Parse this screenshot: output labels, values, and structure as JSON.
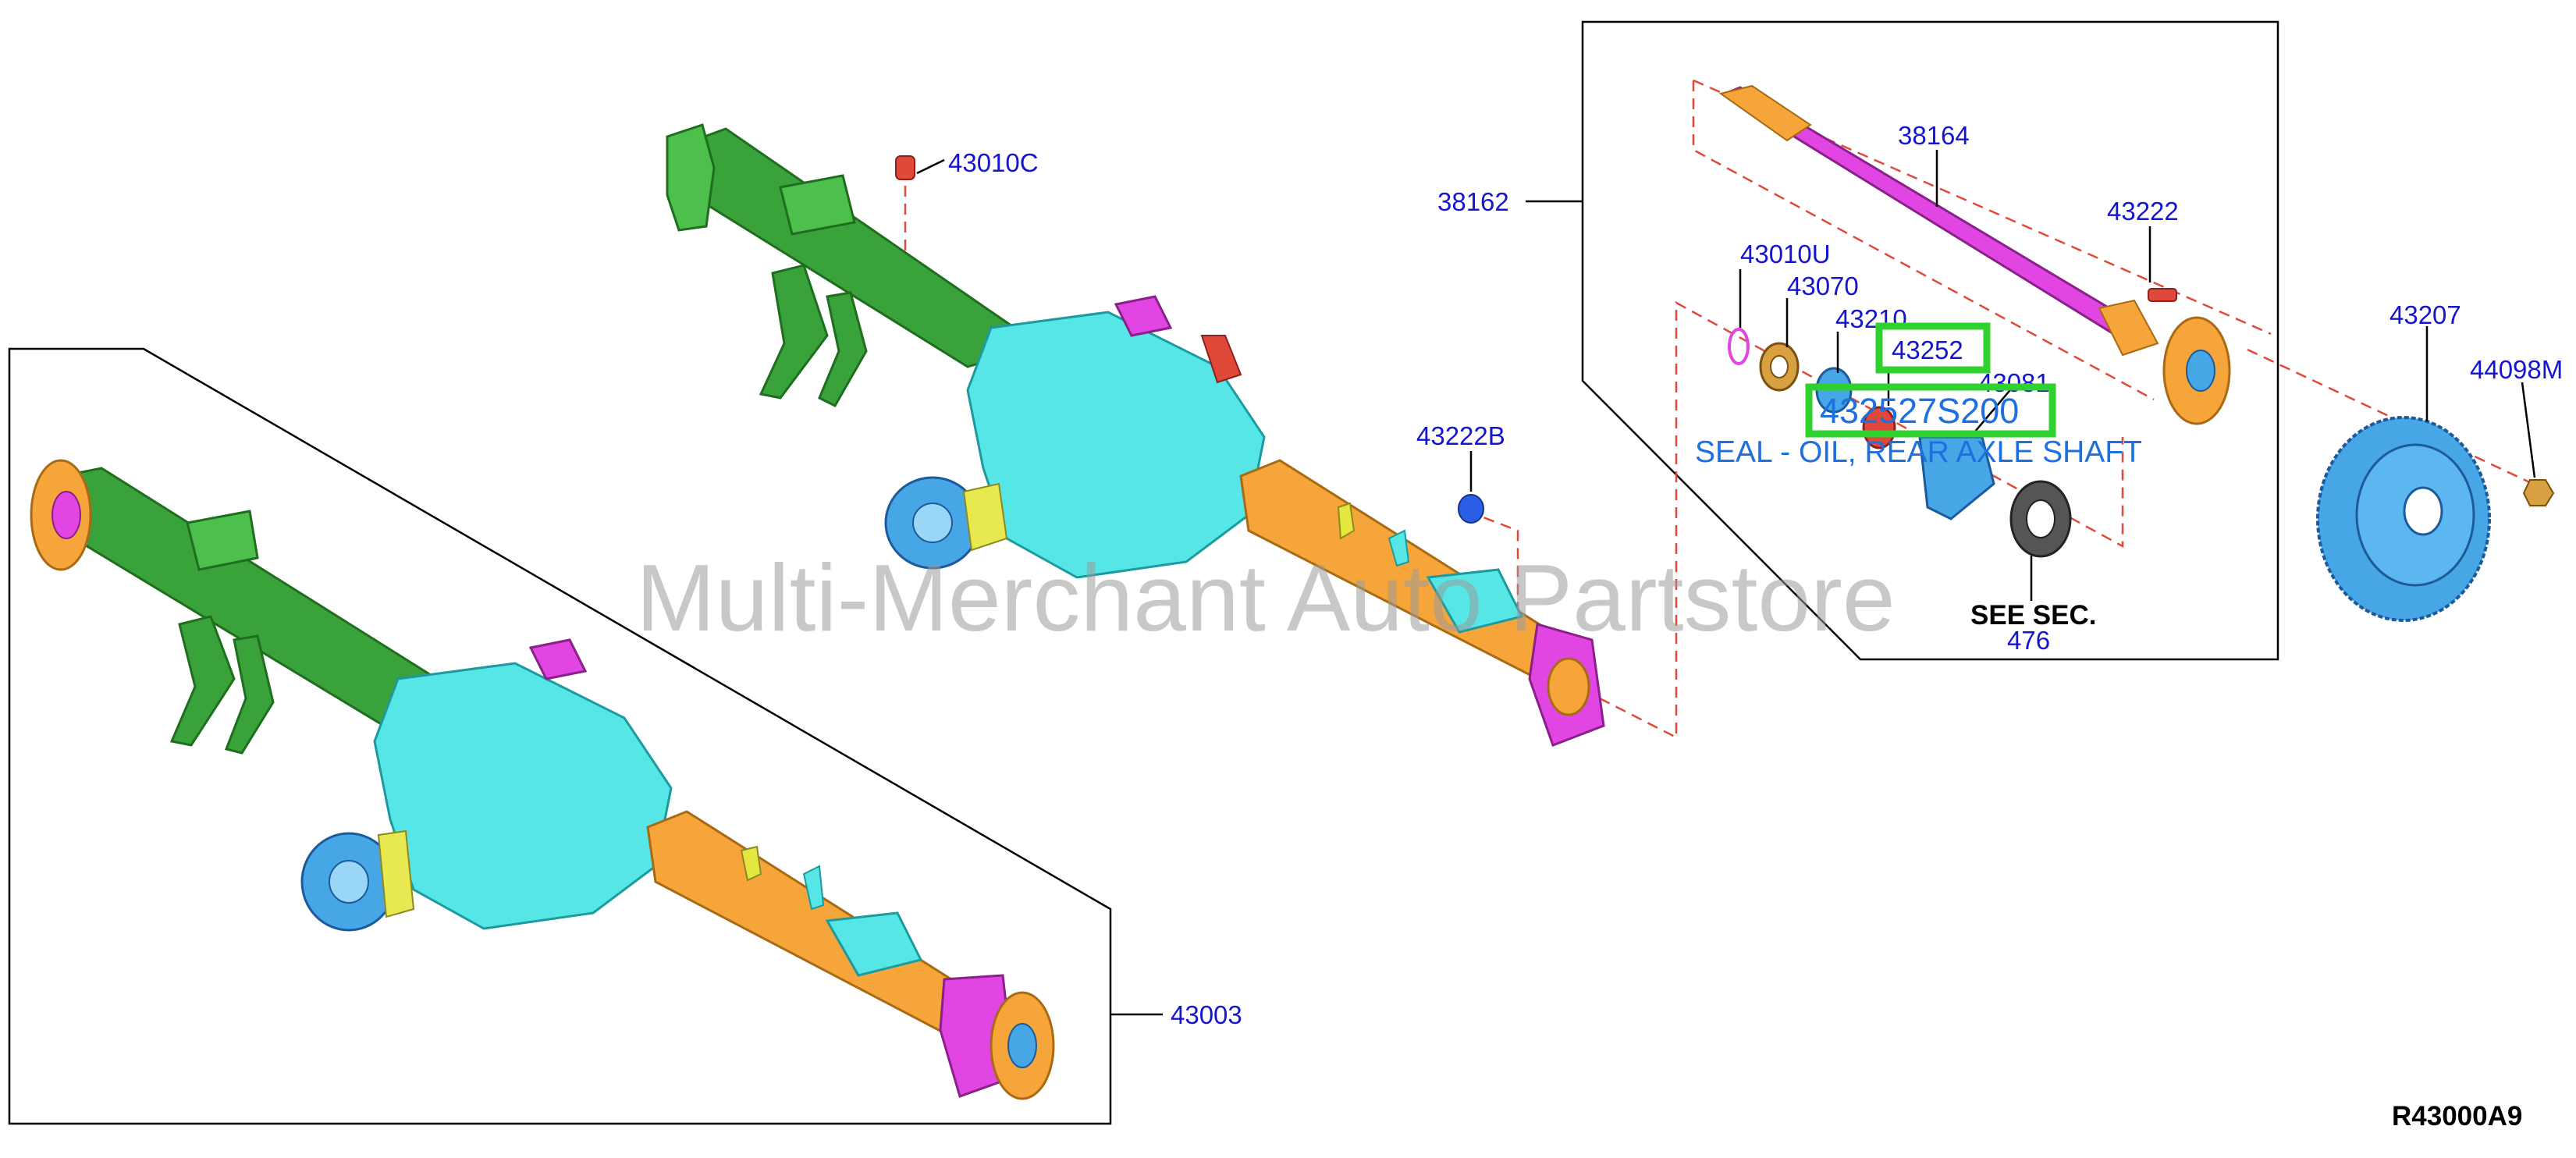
{
  "callouts": {
    "c43010C": "43010C",
    "c38162": "38162",
    "c38164": "38164",
    "c43222": "43222",
    "c43010U": "43010U",
    "c43070": "43070",
    "c43210": "43210",
    "c43252": "43252",
    "c43081": "43081",
    "c43207": "43207",
    "c44098M": "44098M",
    "c43222B": "43222B",
    "c43003": "43003",
    "c476": "476"
  },
  "highlight_part": "432527S200",
  "highlight_description": "SEAL - OIL, REAR AXLE SHAFT",
  "see_sec_label": "SEE SEC.",
  "watermark": "Multi-Merchant Auto Partstore",
  "diagram_code": "R43000A9",
  "colors": {
    "green_housing": "#3aa23a",
    "cyan_carrier": "#56e6e6",
    "orange_tube": "#f5a53a",
    "magenta_shaft": "#e246e2",
    "blue_rotor": "#47a6e6",
    "highlight_box": "#2fd12f",
    "callout_blue": "#1515d0"
  }
}
